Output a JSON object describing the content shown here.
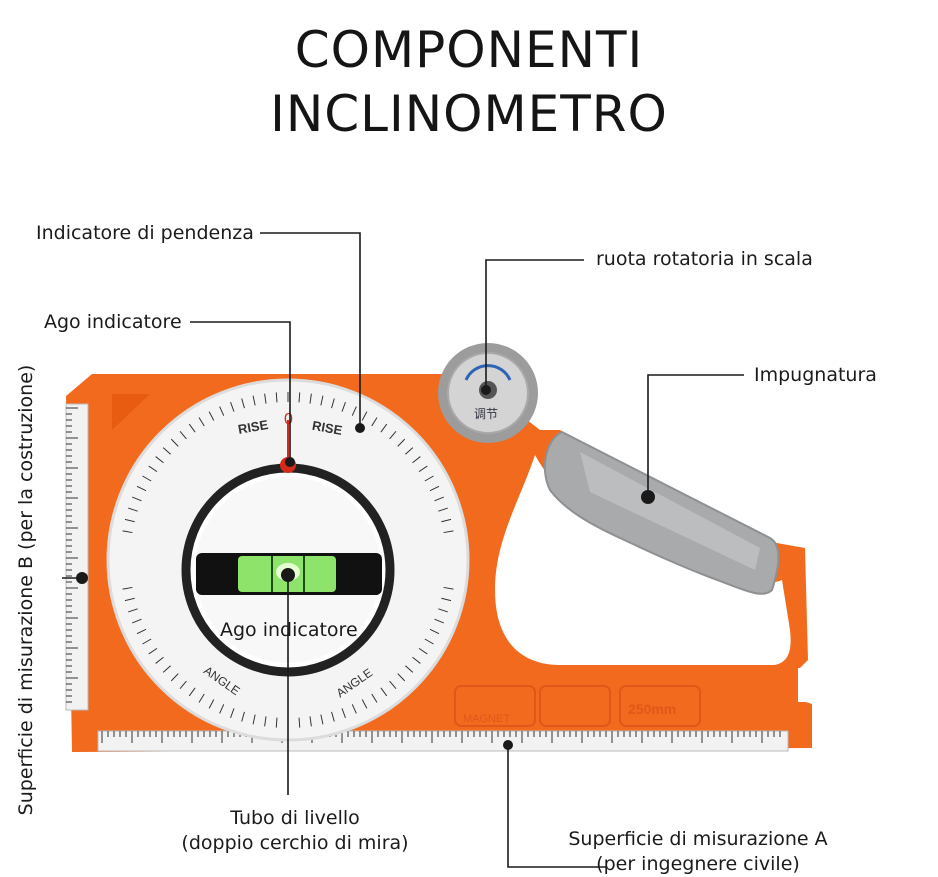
{
  "title": {
    "line1": "COMPONENTI",
    "line2": "INCLINOMETRO"
  },
  "labels": {
    "slope_indicator": "Indicatore di pendenza",
    "needle_top": "Ago indicatore",
    "needle_inner": "Ago indicatore",
    "scale_wheel": "ruota rotatoria in scala",
    "handle": "Impugnatura",
    "surface_b": "Superficie di misurazione B (per la costruzione)",
    "level_tube_line1": "Tubo di livello",
    "level_tube_line2": "(doppio cerchio di mira)",
    "surface_a_line1": "Superficie di misurazione A",
    "surface_a_line2": "(per ingegnere civile)"
  },
  "device_text": {
    "rise_left": "RISE",
    "rise_right": "RISE",
    "angle_left": "ANGLE",
    "angle_right": "ANGLE",
    "zero_top": "0",
    "wheel": "调节",
    "magnet": "MAGNET",
    "size": "250mm"
  },
  "colors": {
    "body": "#f26a1e",
    "grip": "#a9aaac",
    "dial": "#f4f4f4",
    "bubble": "#8ee36b",
    "leader": "#1a1a1a"
  }
}
